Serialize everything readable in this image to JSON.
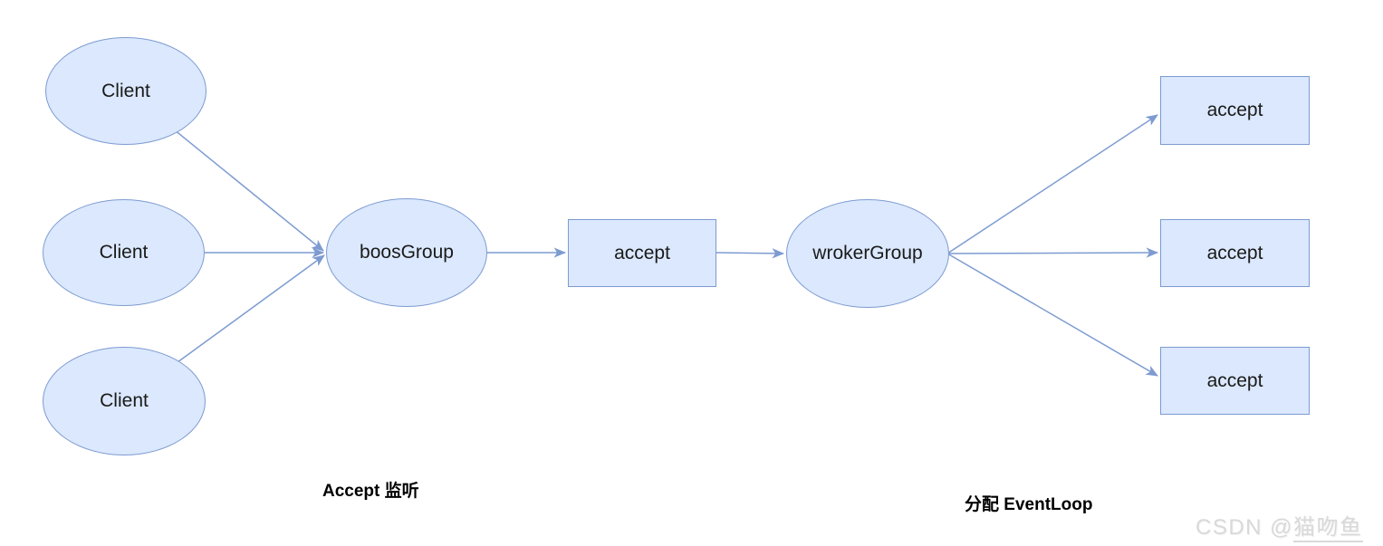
{
  "diagram": {
    "nodes": {
      "clients": [
        {
          "label": "Client"
        },
        {
          "label": "Client"
        },
        {
          "label": "Client"
        }
      ],
      "boss_group": {
        "label": "boosGroup"
      },
      "accept_middle": {
        "label": "accept"
      },
      "worker_group": {
        "label": "wrokerGroup"
      },
      "accepts_right": [
        {
          "label": "accept"
        },
        {
          "label": "accept"
        },
        {
          "label": "accept"
        }
      ]
    },
    "captions": {
      "accept_listen": "Accept 监听",
      "assign_eventloop": "分配 EventLoop"
    },
    "watermark": {
      "prefix": "CSDN @",
      "username": "猫吻鱼"
    },
    "colors": {
      "node_fill": "#dbe8fd",
      "node_stroke": "#7d9bd1",
      "arrow": "#7d9bd1",
      "label_text": "#1a1a1a",
      "caption_text": "#000000",
      "watermark_text": "#d9d9d9"
    }
  }
}
